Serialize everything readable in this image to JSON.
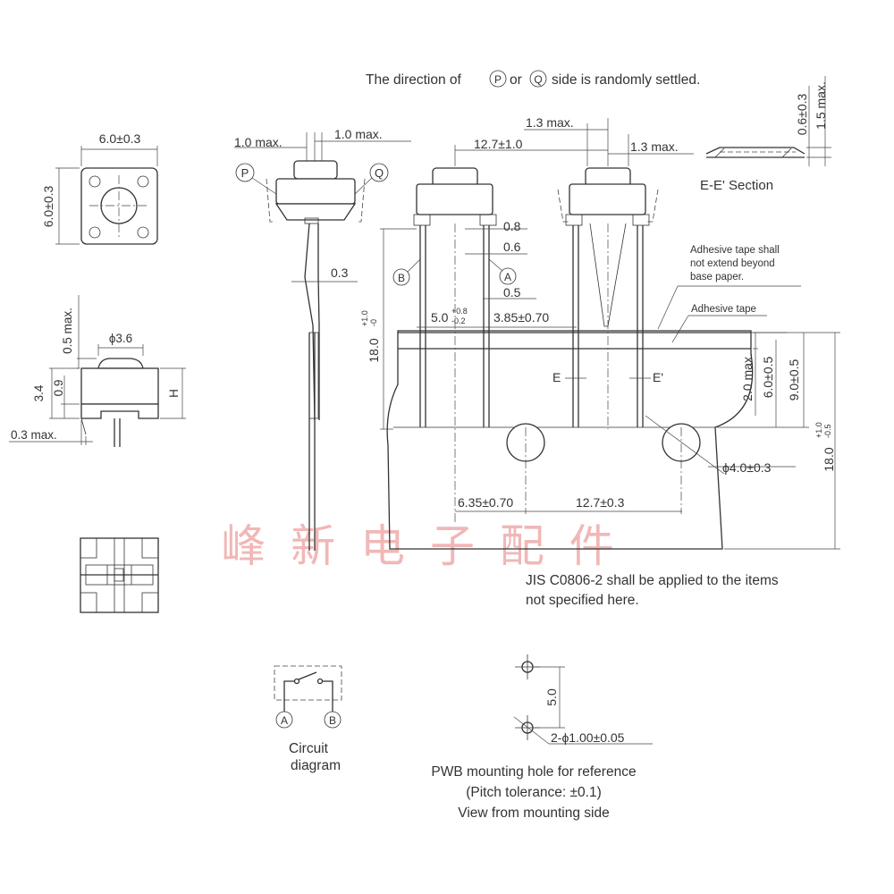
{
  "header_note": "The direction of P or Q side is randomly settled.",
  "markers": {
    "p": "P",
    "q": "Q",
    "a": "A",
    "b": "B"
  },
  "watermark": "峰 新 电 子 配 件",
  "top_view": {
    "width": "6.0±0.3",
    "height": "6.0±0.3"
  },
  "side_view": {
    "cap_dia": "ϕ3.6",
    "protrusion": "0.5 max.",
    "body_h": "3.4",
    "base_h": "0.9",
    "h_label": "H",
    "lead_gap": "0.3 max."
  },
  "taping_side": {
    "left_max": "1.0 max.",
    "right_max": "1.0 max.",
    "lead": "0.3"
  },
  "taping_front": {
    "top_max": "1.3 max.",
    "pitch": "12.7±1.0",
    "right_max": "1.3 max.",
    "lead_w1": "0.8",
    "lead_w2": "0.6",
    "lead_w3": "0.5",
    "lead_span": "5.0",
    "lead_span_tol_up": "+0.8",
    "lead_span_tol_dn": "-0.2",
    "offset": "3.85±0.70",
    "height_left": "18.0",
    "height_left_tol_up": "+1.0",
    "height_left_tol_dn": "-0"
  },
  "tape": {
    "note_adhesive_limit": [
      "Adhesive tape shall",
      "not extend beyond",
      "base paper."
    ],
    "adhesive_label": "Adhesive tape",
    "e_label": "E",
    "e_prime_label": "E'",
    "d1": "2.0 max.",
    "d2": "6.0±0.5",
    "d3": "9.0±0.5",
    "total": "18.0",
    "total_tol_up": "+1.0",
    "total_tol_dn": "-0.5",
    "hole": "ϕ4.0±0.3",
    "hole_offset": "6.35±0.70",
    "hole_pitch": "12.7±0.3"
  },
  "section": {
    "title": "E-E' Section",
    "t1": "0.6±0.3",
    "t2": "1.5 max."
  },
  "jis_note": [
    "JIS C0806-2 shall be applied to the items",
    "not specified here."
  ],
  "circuit": {
    "caption": [
      "Circuit",
      "diagram"
    ]
  },
  "pwb": {
    "pitch": "5.0",
    "holes": "2-ϕ1.00±0.05",
    "caption": [
      "PWB mounting hole for reference",
      "(Pitch tolerance: ±0.1)",
      "View from mounting side"
    ]
  }
}
